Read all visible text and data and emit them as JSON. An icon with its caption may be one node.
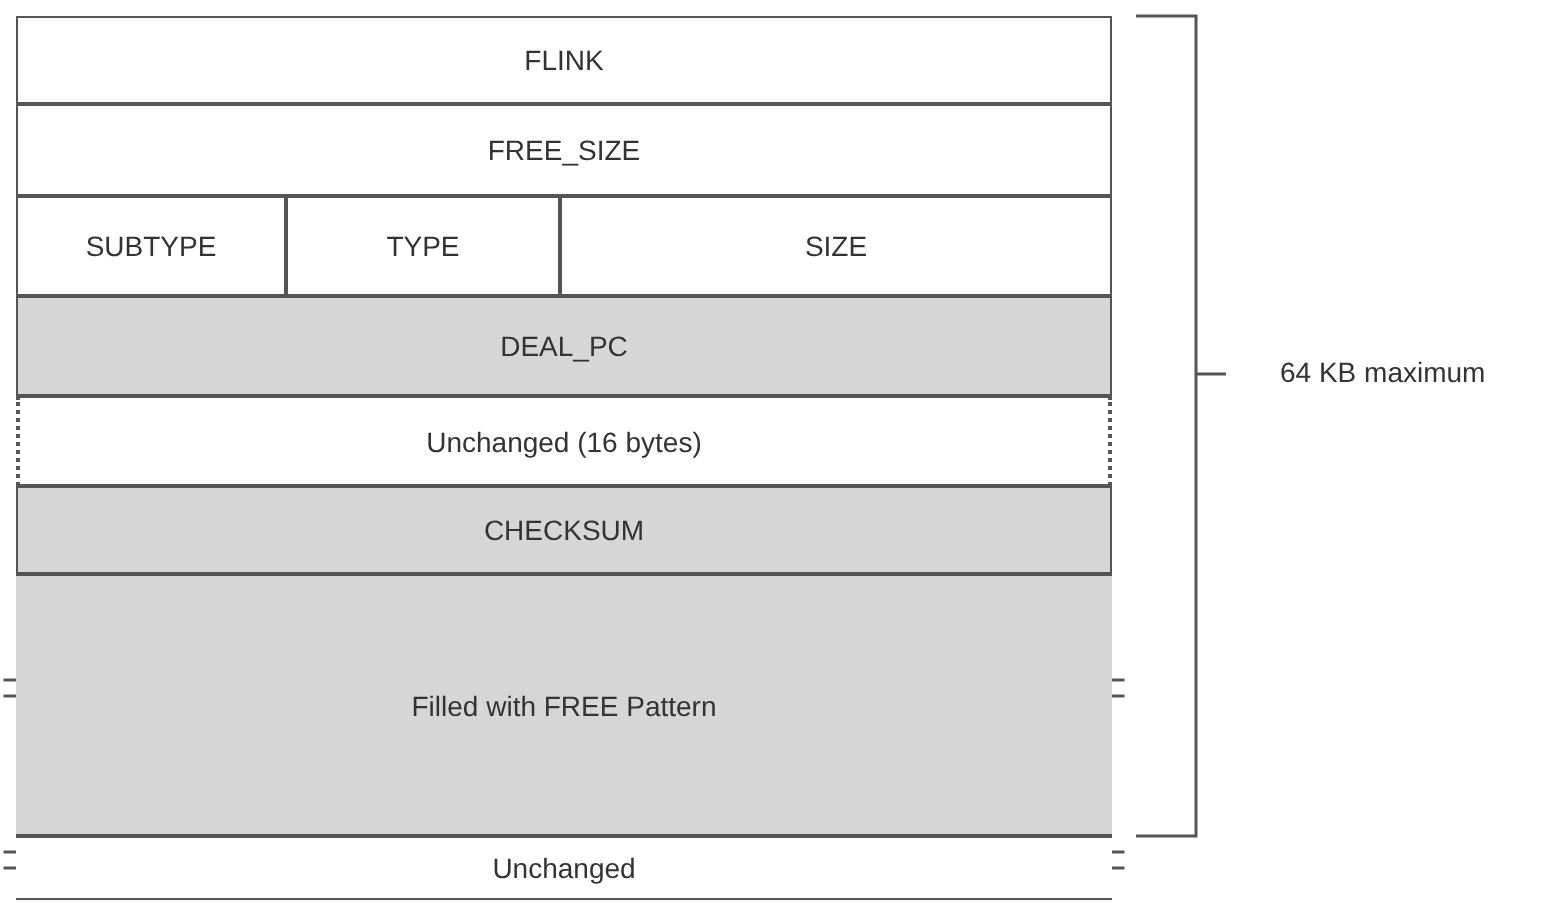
{
  "diagram": {
    "nodes": [
      {
        "text": [
          "FLINK"
        ]
      },
      {
        "text": [
          "FREE_SIZE"
        ]
      },
      {
        "text": [
          "SUBTYPE"
        ]
      },
      {
        "text": [
          "TYPE"
        ]
      },
      {
        "text": [
          "SIZE"
        ]
      },
      {
        "text": [
          "DEAL_PC"
        ]
      },
      {
        "text": [
          "Unchanged (16 bytes)"
        ]
      },
      {
        "text": [
          "CHECKSUM"
        ]
      },
      {
        "text": [
          "Filled with FREE Pattern"
        ]
      },
      {
        "text": [
          "Unchanged"
        ]
      }
    ],
    "labels": [
      "64 KB maximum"
    ]
  }
}
